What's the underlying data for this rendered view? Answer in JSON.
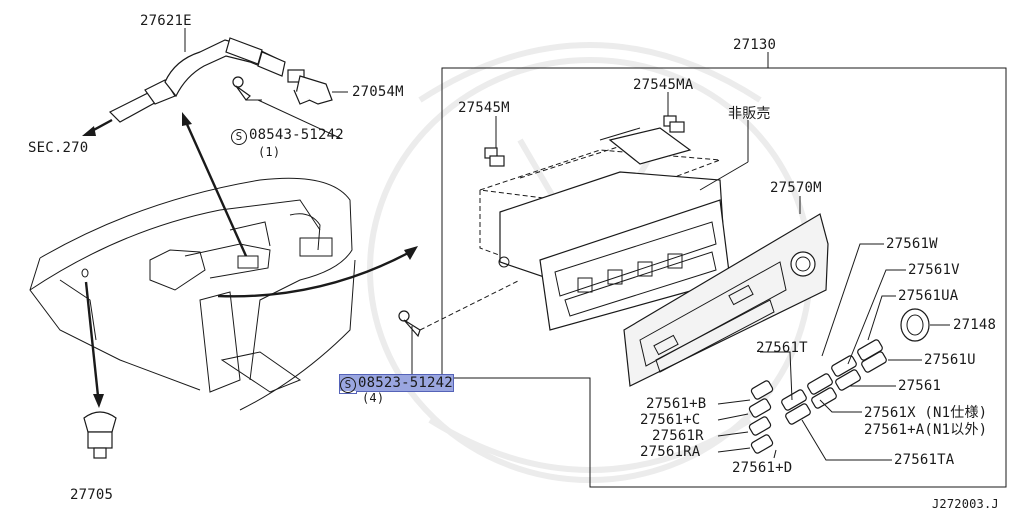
{
  "labels": {
    "p27621E": "27621E",
    "p27054M": "27054M",
    "s08543": "08543-51242",
    "s08543_qty": "(1)",
    "sec270": "SEC.270",
    "p27130": "27130",
    "p27545MA": "27545MA",
    "p27545M": "27545M",
    "not_for_sale": "非販売",
    "p27570M": "27570M",
    "p27561W": "27561W",
    "p27561V": "27561V",
    "p27561UA": "27561UA",
    "p27148": "27148",
    "p27561U": "27561U",
    "p27561T": "27561T",
    "p27561": "27561",
    "p27561X": "27561X (N1仕様)",
    "p27561A": "27561+A(N1以外)",
    "p27561B": "27561+B",
    "p27561C": "27561+C",
    "p27561R": "27561R",
    "p27561RA": "27561RA",
    "p27561D": "27561+D",
    "p27561TA": "27561TA",
    "s08523": "08523-51242",
    "s08523_qty": "(4)",
    "p27705": "27705",
    "diagram_code": "J272003.J"
  },
  "icons": {
    "screw_symbol": "S",
    "screw_icon": "circled-s-icon"
  }
}
